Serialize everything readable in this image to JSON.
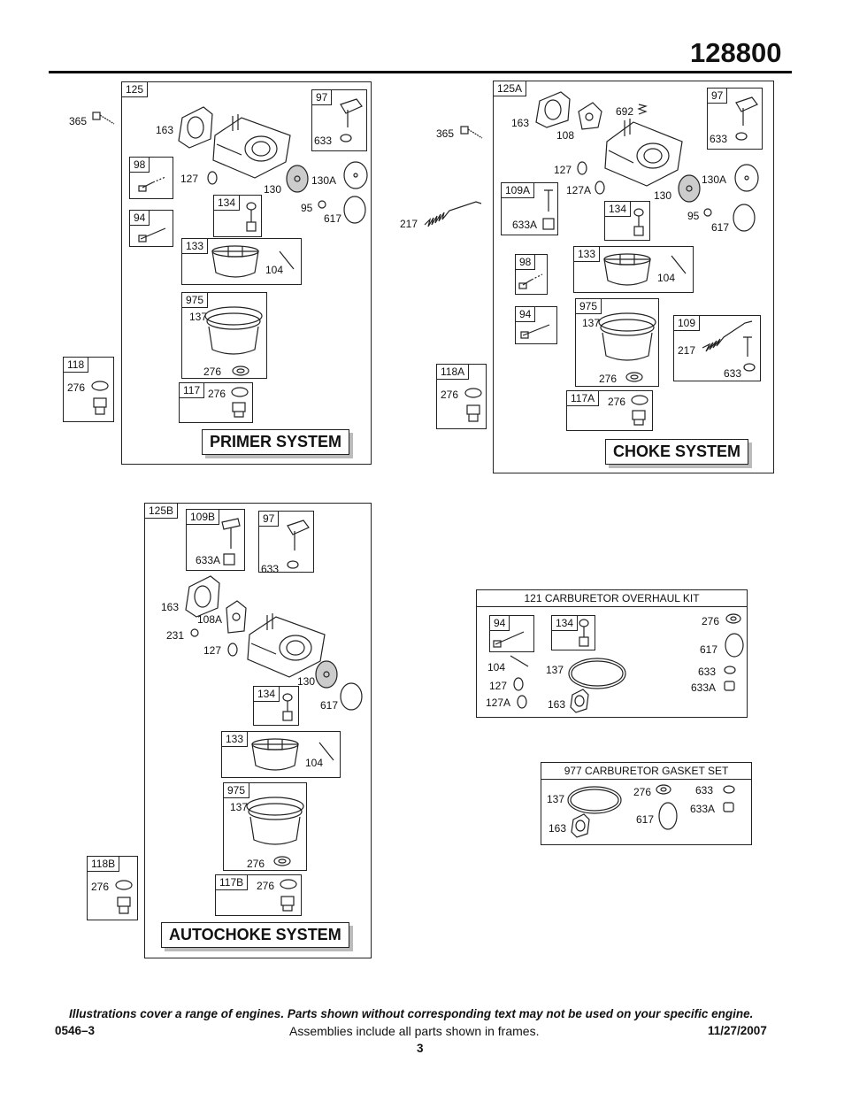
{
  "header": {
    "model": "128800"
  },
  "primer": {
    "id": "125",
    "title": "PRIMER SYSTEM",
    "labels": {
      "l365": "365",
      "l163": "163",
      "l127": "127",
      "l130": "130",
      "l130a": "130A",
      "l95": "95",
      "l617": "617",
      "l104": "104",
      "l137": "137",
      "l276a": "276",
      "l276b": "276"
    },
    "sub97": {
      "id": "97",
      "l633": "633"
    },
    "sub98": {
      "id": "98"
    },
    "sub94": {
      "id": "94"
    },
    "sub134": {
      "id": "134"
    },
    "sub133": {
      "id": "133"
    },
    "sub975": {
      "id": "975"
    },
    "sub117": {
      "id": "117"
    },
    "sub118": {
      "id": "118",
      "l276": "276"
    }
  },
  "choke": {
    "id": "125A",
    "title": "CHOKE SYSTEM",
    "labels": {
      "l365": "365",
      "l163": "163",
      "l108": "108",
      "l692": "692",
      "l127": "127",
      "l127a": "127A",
      "l130": "130",
      "l130a": "130A",
      "l95": "95",
      "l617": "617",
      "l217": "217",
      "l104": "104",
      "l137": "137",
      "l276a": "276",
      "l276b": "276"
    },
    "sub97": {
      "id": "97",
      "l633": "633"
    },
    "sub109a": {
      "id": "109A",
      "l633a": "633A"
    },
    "sub134": {
      "id": "134"
    },
    "sub133": {
      "id": "133"
    },
    "sub98": {
      "id": "98"
    },
    "sub94": {
      "id": "94"
    },
    "sub975": {
      "id": "975"
    },
    "sub109": {
      "id": "109",
      "l217": "217",
      "l633": "633"
    },
    "sub117a": {
      "id": "117A"
    },
    "sub118a": {
      "id": "118A",
      "l276": "276"
    }
  },
  "autochoke": {
    "id": "125B",
    "title": "AUTOCHOKE SYSTEM",
    "labels": {
      "l163": "163",
      "l108a": "108A",
      "l231": "231",
      "l127": "127",
      "l130": "130",
      "l617": "617",
      "l104": "104",
      "l137": "137",
      "l276a": "276",
      "l276b": "276"
    },
    "sub109b": {
      "id": "109B",
      "l633a": "633A"
    },
    "sub97": {
      "id": "97",
      "l633": "633"
    },
    "sub134": {
      "id": "134"
    },
    "sub133": {
      "id": "133"
    },
    "sub975": {
      "id": "975"
    },
    "sub117b": {
      "id": "117B"
    },
    "sub118b": {
      "id": "118B",
      "l276": "276"
    }
  },
  "overhaul_kit": {
    "title": "121 CARBURETOR OVERHAUL KIT",
    "sub94": "94",
    "sub134": "134",
    "labels": {
      "l104": "104",
      "l127": "127",
      "l127a": "127A",
      "l137": "137",
      "l163": "163",
      "l276": "276",
      "l617": "617",
      "l633": "633",
      "l633a": "633A"
    }
  },
  "gasket_set": {
    "title": "977 CARBURETOR GASKET SET",
    "labels": {
      "l137": "137",
      "l163": "163",
      "l276": "276",
      "l617": "617",
      "l633": "633",
      "l633a": "633A"
    }
  },
  "footer": {
    "disclaimer": "Illustrations cover a range of engines. Parts shown without corresponding text may not be used on your specific engine.",
    "doc_code": "0546–3",
    "note": "Assemblies include all parts shown in frames.",
    "date": "11/27/2007",
    "page": "3"
  }
}
